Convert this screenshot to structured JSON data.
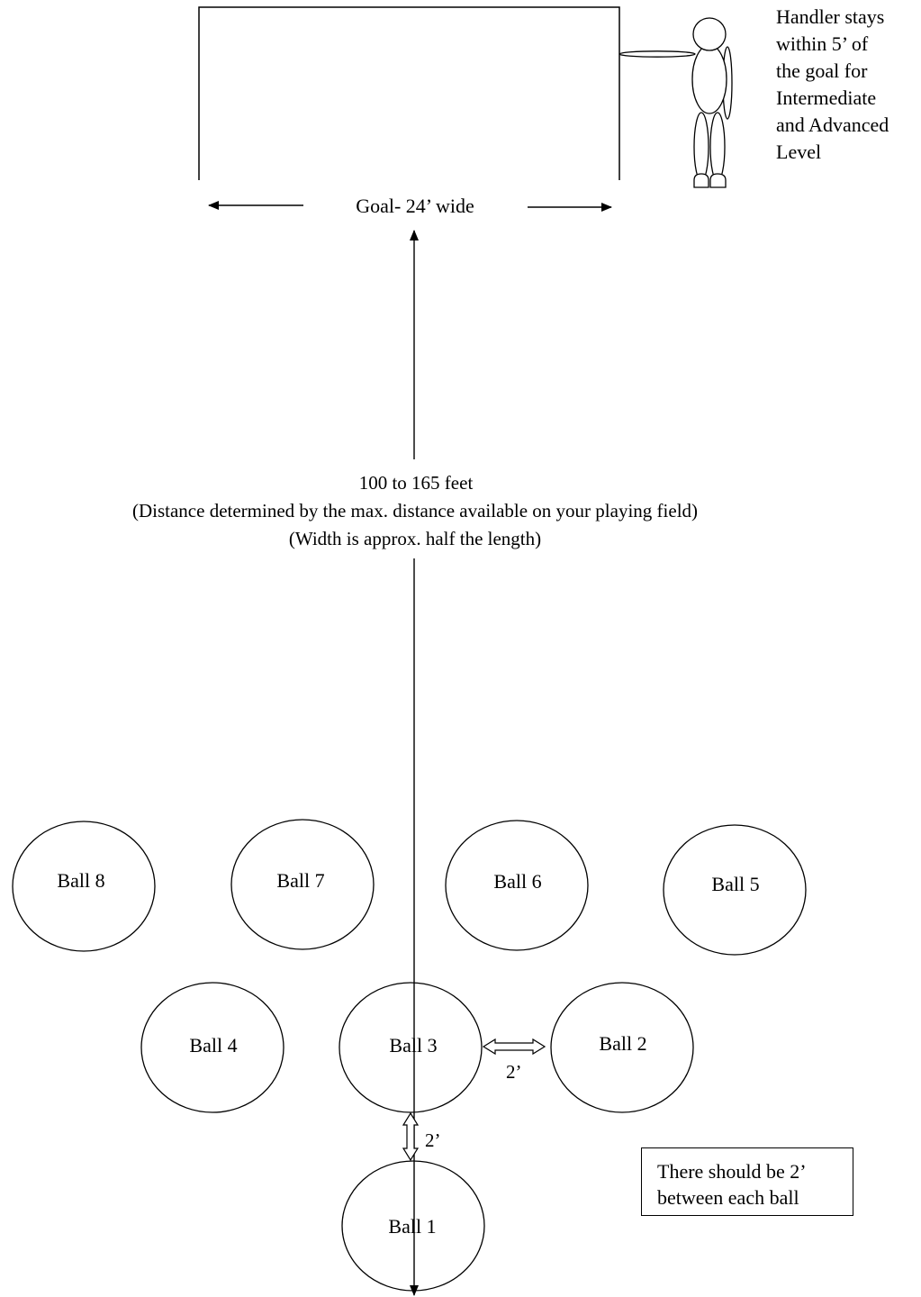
{
  "goal": {
    "label": "Goal- 24’ wide"
  },
  "handler_note": {
    "lines": [
      "Handler stays",
      "within 5’ of",
      "the goal for",
      "Intermediate",
      "and Advanced",
      "Level"
    ]
  },
  "distance": {
    "lines": [
      "100 to 165 feet",
      "(Distance determined by the max. distance available on your playing field)",
      "(Width is approx. half the length)"
    ]
  },
  "balls": [
    {
      "label": "Ball 8"
    },
    {
      "label": "Ball 7"
    },
    {
      "label": "Ball 6"
    },
    {
      "label": "Ball 5"
    },
    {
      "label": "Ball 4"
    },
    {
      "label": "Ball 3"
    },
    {
      "label": "Ball 2"
    },
    {
      "label": "Ball 1"
    }
  ],
  "spacing": {
    "horizontal": "2’",
    "vertical": "2’"
  },
  "note": {
    "lines": [
      "There should be 2’",
      "between each ball"
    ]
  }
}
